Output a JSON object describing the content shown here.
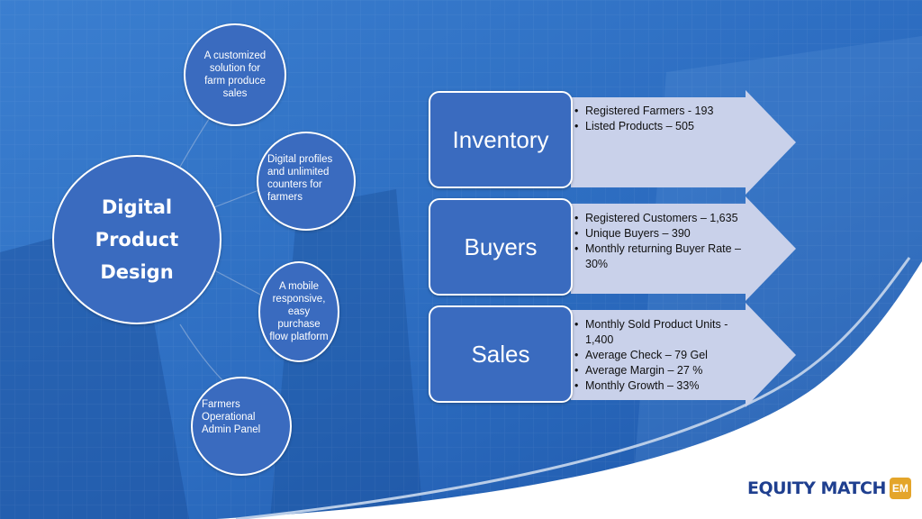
{
  "main": {
    "label_lines": [
      "Digital",
      "Product",
      "Design"
    ]
  },
  "features": [
    {
      "text": "A customized solution for farm produce sales"
    },
    {
      "text": "Digital profiles and unlimited counters for farmers"
    },
    {
      "text": "A mobile responsive, easy purchase flow platform"
    },
    {
      "text": "Farmers Operational Admin Panel"
    }
  ],
  "metrics": [
    {
      "title": "Inventory",
      "bullets": [
        "Registered Farmers - 193",
        "Listed Products – 505"
      ]
    },
    {
      "title": "Buyers",
      "bullets": [
        "Registered Customers – 1,635",
        "Unique Buyers – 390",
        "Monthly returning Buyer Rate – 30%"
      ]
    },
    {
      "title": "Sales",
      "bullets": [
        "Monthly Sold Product Units - 1,400",
        "Average Check – 79 Gel",
        "Average Margin – 27 %",
        "Monthly Growth – 33%"
      ]
    }
  ],
  "logo": {
    "text": "EQUITY MATCH",
    "mark": "EM"
  },
  "colors": {
    "circle_fill": "#3a6bbf",
    "arrow_fill": "#c9d1ea",
    "background": "#2c6cc0",
    "logo_text": "#1f3f8f",
    "logo_mark": "#e4a52a"
  }
}
